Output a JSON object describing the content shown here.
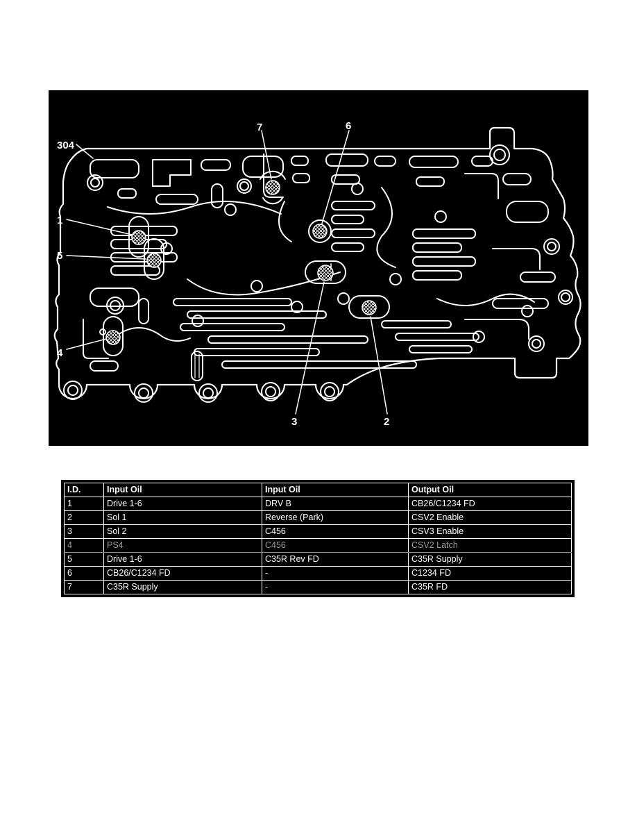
{
  "figure": {
    "panel_label": "304",
    "callouts": [
      "1",
      "2",
      "3",
      "4",
      "5",
      "6",
      "7"
    ],
    "colors": {
      "panel_background": "#000000",
      "line": "#ffffff",
      "page_background": "#ffffff",
      "dim_row_text": "#9b9b9b"
    }
  },
  "table": {
    "headers": [
      "I.D.",
      "Input Oil",
      "Input Oil",
      "Output Oil"
    ],
    "rows": [
      [
        "1",
        "Drive 1-6",
        "DRV B",
        "CB26/C1234 FD"
      ],
      [
        "2",
        "Sol 1",
        "Reverse (Park)",
        "CSV2 Enable"
      ],
      [
        "3",
        "Sol 2",
        "C456",
        "CSV3 Enable"
      ],
      [
        "4",
        "PS4",
        "C456",
        "CSV2 Latch"
      ],
      [
        "5",
        "Drive 1-6",
        "C35R Rev FD",
        "C35R Supply"
      ],
      [
        "6",
        "CB26/C1234 FD",
        "-",
        "C1234 FD"
      ],
      [
        "7",
        "C35R Supply",
        "-",
        "C35R FD"
      ]
    ]
  }
}
